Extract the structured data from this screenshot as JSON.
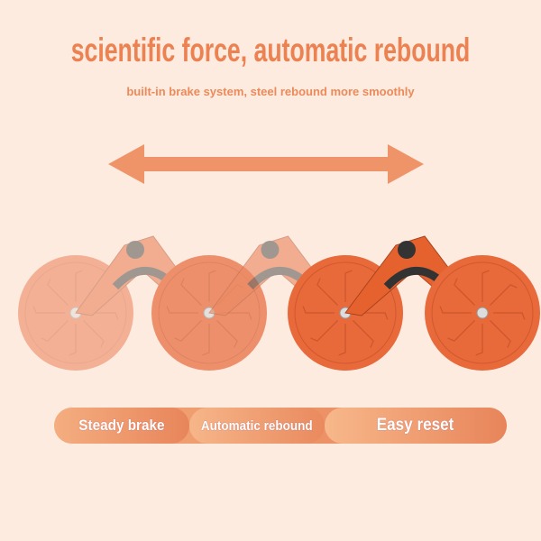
{
  "headline": "scientific force, automatic rebound",
  "subheadline": "built-in brake system, steel rebound more smoothly",
  "features": [
    "Steady brake",
    "Automatic rebound",
    "Easy reset"
  ],
  "colors": {
    "accent": "#ec8252",
    "wheel": "#e8693a",
    "background": "#fdebe0"
  }
}
